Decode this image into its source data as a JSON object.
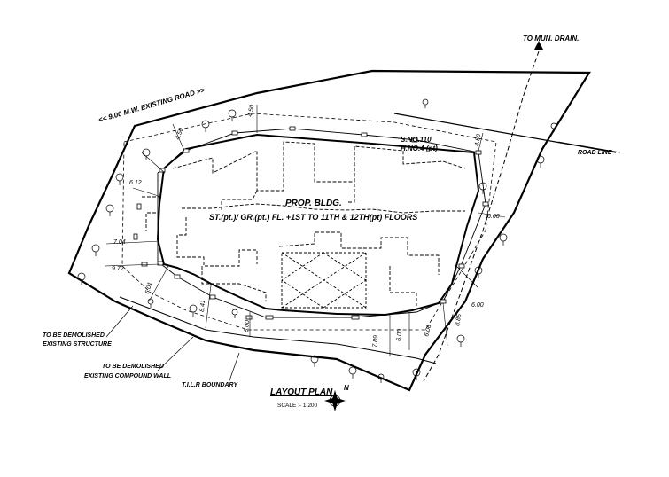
{
  "labels": {
    "to_mun_drain": "TO MUN. DRAIN.",
    "existing_road": "<< 9.00 M.W. EXISTING ROAD >>",
    "survey_no": "S.NO.110",
    "house_no": "H.NO.4 (pt)",
    "road_line": "ROAD LINE",
    "prop_bldg": "PROP. BLDG.",
    "floors": "ST.(pt.)/ GR.(pt.) FL. +1ST TO 11TH & 12TH(pt) FLOORS",
    "demolish_structure_1": "TO BE DEMOLISHED",
    "demolish_structure_2": "EXISTING STRUCTURE",
    "demolish_wall_1": "TO BE DEMOLISHED",
    "demolish_wall_2": "EXISTING COMPOUND WALL",
    "tilr_boundary": "T.I.L.R BOUNDARY",
    "layout_plan": "LAYOUT PLAN",
    "scale": "SCALE :- 1:200",
    "north": "N"
  },
  "dimensions": {
    "d450_top": "4.50",
    "d450_topright": "4.50",
    "d450_left": "4.50",
    "d612": "6.12",
    "d704": "7.04",
    "d972": "9.72",
    "d601": "6.01",
    "d841": "8.41",
    "d600_bottom": "6.00",
    "d789": "7.89",
    "d600_mid": "6.00",
    "d606": "6.06",
    "d885": "8.85",
    "d600_right": "6.00",
    "d600_rightlow": "6.00"
  },
  "colors": {
    "ink": "#000000",
    "paper": "#ffffff"
  }
}
